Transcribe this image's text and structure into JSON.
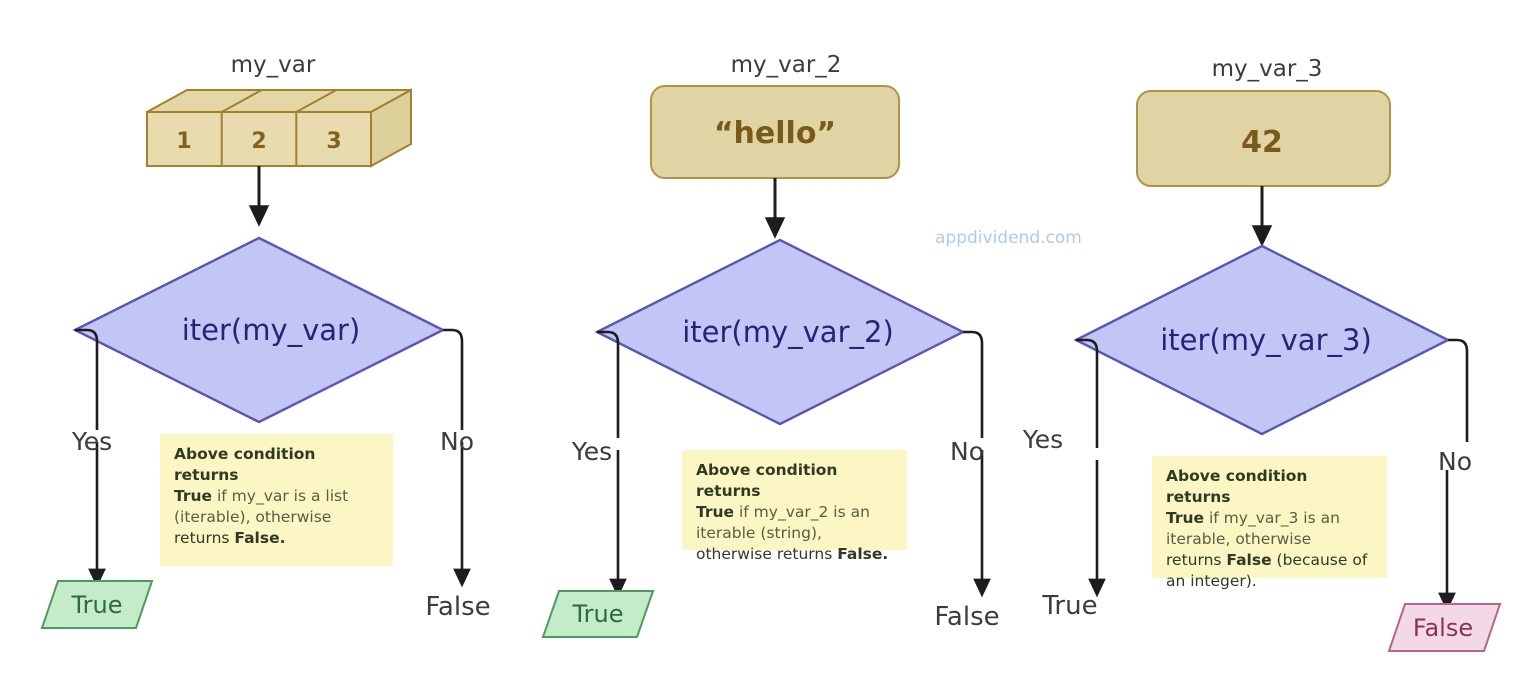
{
  "page": {
    "title": "Python iter() truthiness flowchart",
    "watermark": "appdividend.com",
    "background": "#ffffff"
  },
  "colors": {
    "box_fill": "#e0d3a4",
    "box_stroke": "#b09347",
    "diamond_fill": "#c2c6f4",
    "diamond_stroke": "#5b56b5",
    "diamond_text": "#28237a",
    "note_fill": "#fcf6c4",
    "true_fill": "#c4ecc8",
    "true_stroke": "#4f9a63",
    "false_fill": "#f3d9e5",
    "false_stroke": "#b1678c",
    "connector": "#1d1d1f",
    "watermark": "#aecbe8"
  },
  "columns": [
    {
      "id": "col-1",
      "var_title": "my_var",
      "value_kind": "list-box-3d",
      "cells": [
        "1",
        "2",
        "3"
      ],
      "decision": "iter(my_var)",
      "yes_label": "Yes",
      "no_label": "No",
      "yes_outcome": {
        "text": "True",
        "shape": "parallelogram",
        "style": "green"
      },
      "no_outcome": {
        "text": "False",
        "shape": "plain-text",
        "style": "plain"
      },
      "note": {
        "lines": [
          [
            {
              "t": "Above condition  returns",
              "bold": true,
              "dim": false
            }
          ],
          [
            {
              "t": "True",
              "bold": true,
              "dim": false
            },
            {
              "t": " if my_var is a list",
              "bold": false,
              "dim": true
            }
          ],
          [
            {
              "t": "(iterable), otherwise",
              "bold": false,
              "dim": true
            }
          ],
          [
            {
              "t": "returns ",
              "bold": false,
              "dim": false
            },
            {
              "t": "False.",
              "bold": true,
              "dim": false
            }
          ]
        ],
        "plain": "Above condition  returns True if my_var is a list (iterable), otherwise returns False."
      }
    },
    {
      "id": "col-2",
      "var_title": "my_var_2",
      "value_kind": "rounded-box",
      "value": "“hello”",
      "decision": "iter(my_var_2)",
      "yes_label": "Yes",
      "no_label": "No",
      "yes_outcome": {
        "text": "True",
        "shape": "parallelogram",
        "style": "green"
      },
      "no_outcome": {
        "text": "False",
        "shape": "plain-text",
        "style": "plain"
      },
      "note": {
        "lines": [
          [
            {
              "t": "Above condition  returns",
              "bold": true,
              "dim": false
            }
          ],
          [
            {
              "t": "True",
              "bold": true,
              "dim": false
            },
            {
              "t": " if my_var_2 is an",
              "bold": false,
              "dim": true
            }
          ],
          [
            {
              "t": "iterable (string),",
              "bold": false,
              "dim": true
            }
          ],
          [
            {
              "t": "otherwise returns ",
              "bold": false,
              "dim": false
            },
            {
              "t": "False.",
              "bold": true,
              "dim": false
            }
          ]
        ],
        "plain": "Above condition  returns True if my_var_2 is an iterable (string), otherwise returns False."
      }
    },
    {
      "id": "col-3",
      "var_title": "my_var_3",
      "value_kind": "rounded-box",
      "value": "42",
      "decision": "iter(my_var_3)",
      "yes_label": "Yes",
      "no_label": "No",
      "yes_outcome": {
        "text": "True",
        "shape": "plain-text",
        "style": "plain"
      },
      "no_outcome": {
        "text": "False",
        "shape": "parallelogram",
        "style": "pink"
      },
      "note": {
        "lines": [
          [
            {
              "t": "Above condition  returns",
              "bold": true,
              "dim": false
            }
          ],
          [
            {
              "t": "True",
              "bold": true,
              "dim": false
            },
            {
              "t": " if my_var_3 is an",
              "bold": false,
              "dim": true
            }
          ],
          [
            {
              "t": "iterable, otherwise",
              "bold": false,
              "dim": true
            }
          ],
          [
            {
              "t": "returns ",
              "bold": false,
              "dim": false
            },
            {
              "t": "False",
              "bold": true,
              "dim": false
            },
            {
              "t": " (because of",
              "bold": false,
              "dim": false
            }
          ],
          [
            {
              "t": "an integer).",
              "bold": false,
              "dim": false
            }
          ]
        ],
        "plain": "Above condition  returns True if my_var_3 is an iterable, otherwise returns False (because of an integer)."
      }
    }
  ]
}
